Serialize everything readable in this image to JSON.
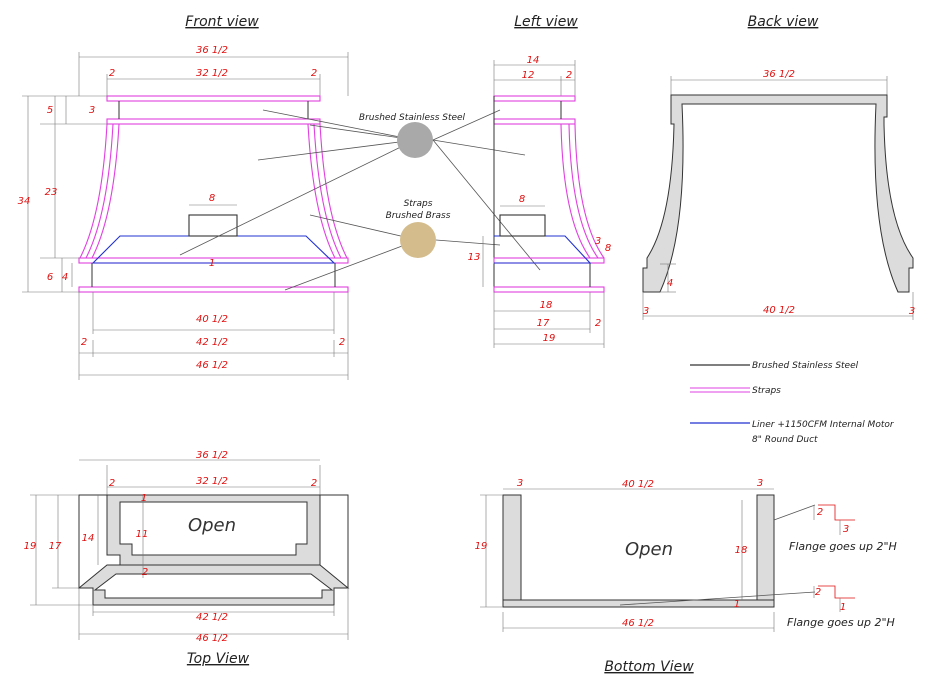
{
  "titles": {
    "front": "Front view",
    "left": "Left view",
    "back": "Back view",
    "top": "Top View",
    "bottom": "Bottom View"
  },
  "callouts": {
    "steel": "Brushed Stainless Steel",
    "brass_1": "Straps",
    "brass_2": "Brushed Brass"
  },
  "swatch_colors": {
    "steel": "#a9a9a9",
    "brass": "#d4bc8c"
  },
  "legend": {
    "steel": "Brushed Stainless Steel",
    "straps": "Straps",
    "liner_1": "Liner +1150CFM Internal Motor",
    "liner_2": "8\" Round Duct"
  },
  "legend_colors": {
    "steel": "#333333",
    "straps": "#e040e0",
    "liner": "#2030d0"
  },
  "labels": {
    "open": "Open",
    "flange": "Flange goes up 2\"H"
  },
  "dims": {
    "front": {
      "top_overall": "36 1/2",
      "top_inner": "32 1/2",
      "top_left": "2",
      "top_right": "2",
      "v_5": "5",
      "v_3": "3",
      "v_23": "23",
      "v_34": "34",
      "v_6": "6",
      "v_4": "4",
      "motor": "8",
      "liner_1": "1",
      "bot_a": "40 1/2",
      "bot_b": "42 1/2",
      "bot_c": "46 1/2",
      "bot_left": "2",
      "bot_right": "2"
    },
    "left": {
      "top_overall": "14",
      "top_inner": "12",
      "top_right": "2",
      "motor": "8",
      "side_3": "3",
      "side_8": "8",
      "v_13": "13",
      "bot_18": "18",
      "bot_17": "17",
      "bot_19": "19",
      "bot_right": "2"
    },
    "back": {
      "top": "36 1/2",
      "bottom": "40 1/2",
      "left": "3",
      "right": "3",
      "v_4": "4"
    },
    "top": {
      "top_overall": "36 1/2",
      "top_inner": "32 1/2",
      "left": "2",
      "right": "2",
      "v_19": "19",
      "v_17": "17",
      "v_14": "14",
      "v_11": "11",
      "v_1": "1",
      "v_2": "2",
      "bot_a": "42 1/2",
      "bot_b": "46 1/2"
    },
    "bottom": {
      "top": "40 1/2",
      "left": "3",
      "right": "3",
      "v_19": "19",
      "v_18": "18",
      "v_1": "1",
      "bot": "46 1/2",
      "fl1_a": "2",
      "fl1_b": "3",
      "fl2_a": "2",
      "fl2_b": "1"
    }
  }
}
